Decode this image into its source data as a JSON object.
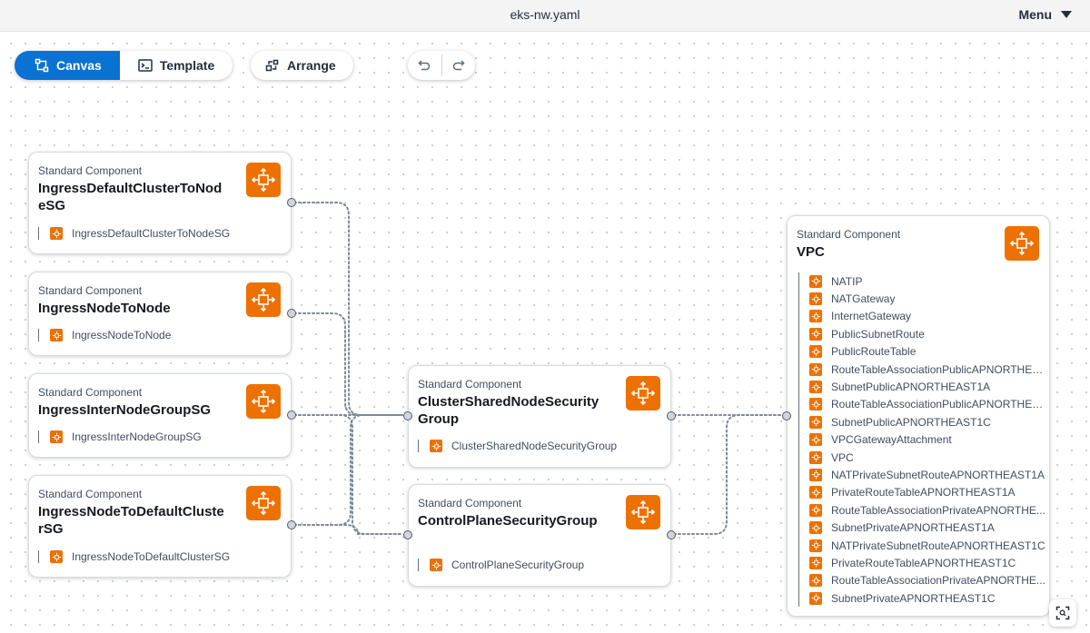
{
  "window": {
    "title": "eks-nw.yaml",
    "menu_label": "Menu"
  },
  "toolbar": {
    "canvas_label": "Canvas",
    "template_label": "Template",
    "arrange_label": "Arrange",
    "active_view": "Canvas"
  },
  "colors": {
    "accent": "#0972d3",
    "resource_icon": "#ed7100",
    "edge": "#7d8998"
  },
  "components": [
    {
      "kind": "Standard Component",
      "name": "IngressDefaultClusterToNodeSG",
      "resource": "IngressDefaultClusterToNodeSG",
      "icon": "security-group-icon"
    },
    {
      "kind": "Standard Component",
      "name": "IngressNodeToNode",
      "resource": "IngressNodeToNode",
      "icon": "security-group-icon"
    },
    {
      "kind": "Standard Component",
      "name": "IngressInterNodeGroupSG",
      "resource": "IngressInterNodeGroupSG",
      "icon": "security-group-icon"
    },
    {
      "kind": "Standard Component",
      "name": "IngressNodeToDefaultClusterSG",
      "resource": "IngressNodeToDefaultClusterSG",
      "icon": "security-group-icon"
    },
    {
      "kind": "Standard Component",
      "name": "ClusterSharedNodeSecurityGroup",
      "resource": "ClusterSharedNodeSecurityGroup",
      "icon": "security-group-icon"
    },
    {
      "kind": "Standard Component",
      "name": "ControlPlaneSecurityGroup",
      "resource": "ControlPlaneSecurityGroup",
      "icon": "security-group-icon"
    }
  ],
  "vpc": {
    "kind": "Standard Component",
    "name": "VPC",
    "resources": [
      "NATIP",
      "NATGateway",
      "InternetGateway",
      "PublicSubnetRoute",
      "PublicRouteTable",
      "RouteTableAssociationPublicAPNORTHEA...",
      "SubnetPublicAPNORTHEAST1A",
      "RouteTableAssociationPublicAPNORTHEA...",
      "SubnetPublicAPNORTHEAST1C",
      "VPCGatewayAttachment",
      "VPC",
      "NATPrivateSubnetRouteAPNORTHEAST1A",
      "PrivateRouteTableAPNORTHEAST1A",
      "RouteTableAssociationPrivateAPNORTHE...",
      "SubnetPrivateAPNORTHEAST1A",
      "NATPrivateSubnetRouteAPNORTHEAST1C",
      "PrivateRouteTableAPNORTHEAST1C",
      "RouteTableAssociationPrivateAPNORTHE...",
      "SubnetPrivateAPNORTHEAST1C"
    ]
  }
}
